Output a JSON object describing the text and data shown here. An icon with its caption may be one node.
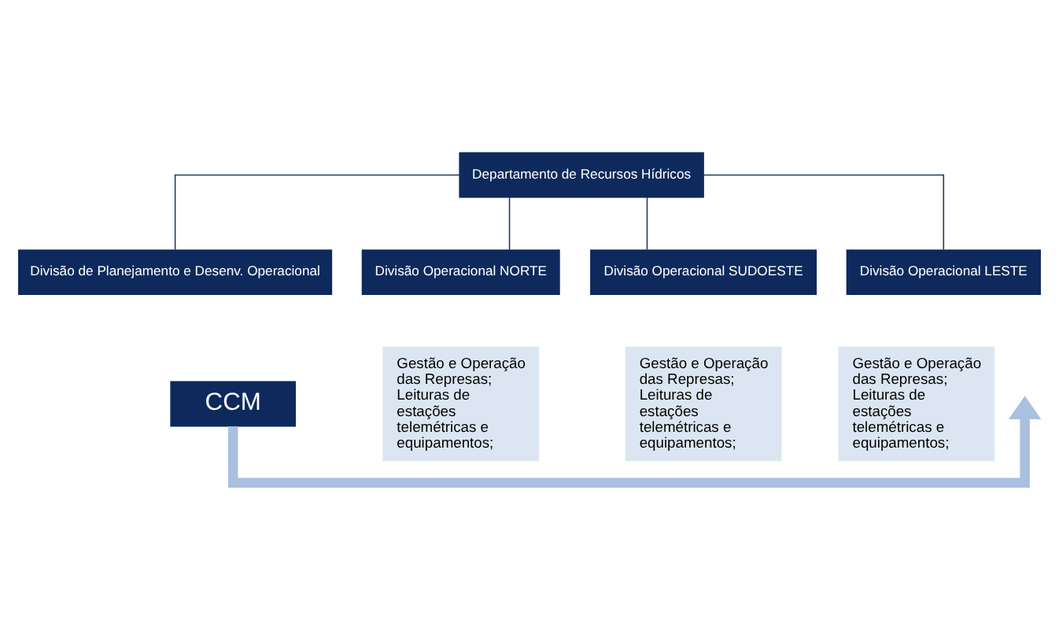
{
  "diagram": {
    "nodes": [
      {
        "text": [
          "Departamento de Recursos Hídricos"
        ]
      },
      {
        "text": [
          "Divisão de Planejamento e Desenv. Operacional"
        ]
      },
      {
        "text": [
          "Divisão Operacional NORTE"
        ]
      },
      {
        "text": [
          "Divisão Operacional SUDOESTE"
        ]
      },
      {
        "text": [
          "Divisão Operacional LESTE"
        ]
      },
      {
        "text": [
          "CCM"
        ]
      },
      {
        "text": [
          "Gestão e Operação das Represas;",
          "Leituras de estações telemétricas e equipamentos;"
        ]
      },
      {
        "text": [
          "Gestão e Operação das Represas;",
          "Leituras de estações telemétricas e equipamentos;"
        ]
      },
      {
        "text": [
          "Gestão e Operação das Represas;",
          "Leituras de estações telemétricas e equipamentos;"
        ]
      }
    ],
    "edges": [
      {
        "from": 0,
        "to": 1,
        "arrow": "none"
      },
      {
        "from": 0,
        "to": 2,
        "arrow": "none"
      },
      {
        "from": 0,
        "to": 3,
        "arrow": "none"
      },
      {
        "from": 0,
        "to": 4,
        "arrow": "none"
      },
      {
        "from": 5,
        "to": null,
        "arrow": "to",
        "style": "thick",
        "color": "#a9c0de"
      }
    ]
  }
}
